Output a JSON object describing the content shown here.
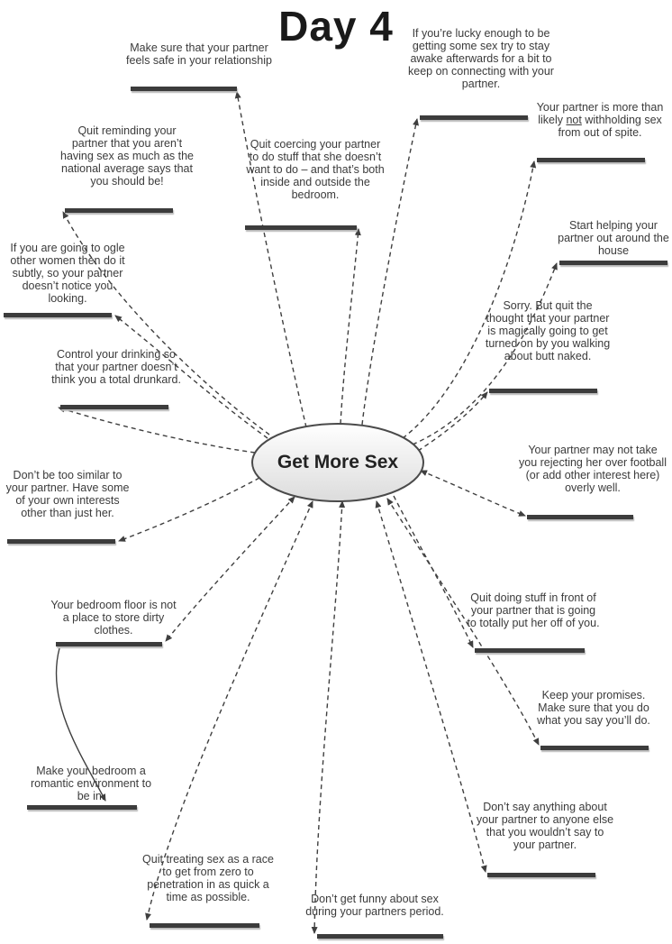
{
  "title": "Day 4",
  "center": {
    "label": "Get More Sex"
  },
  "nodes": [
    {
      "text": "Make sure that your partner feels safe in your relationship"
    },
    {
      "text": "If you’re lucky enough to be getting some sex try to stay awake afterwards for a bit to keep on connecting with your partner."
    },
    {
      "text_before": "Your partner is more than likely ",
      "underlined": "not",
      "text_after": " withholding sex from out of spite."
    },
    {
      "text": "Quit reminding your partner that you aren’t having sex as much as the national average says that you should be!"
    },
    {
      "text": "Quit coercing your partner to do stuff that she doesn’t want to do – and that’s both inside and outside the bedroom."
    },
    {
      "text": "Start helping your partner out around the house"
    },
    {
      "text": "If you are going to ogle other women then do it subtly, so your partner doesn’t notice you looking."
    },
    {
      "text": "Sorry. But quit the thought that your partner is magically going to get turned on by you walking about butt naked."
    },
    {
      "text": "Control your drinking so that your partner doesn’t think you a total drunkard."
    },
    {
      "text": "Your partner may not take you rejecting her over football (or add other interest here) overly well."
    },
    {
      "text": "Don’t be too similar to your partner. Have some of your own interests other than just her."
    },
    {
      "text": "Quit doing stuff in front of your partner that is going to totally put her off of you."
    },
    {
      "text": "Your bedroom floor is not a place to store dirty clothes."
    },
    {
      "text": "Keep  your promises. Make sure that you do what you say you’ll do."
    },
    {
      "text": "Make your bedroom a romantic environment to be in."
    },
    {
      "text": "Don’t say anything about your partner to anyone else that you wouldn’t say to your partner."
    },
    {
      "text": "Quit treating sex as a race to get from zero to penetration in as quick a time as possible."
    },
    {
      "text": "Don’t get funny about sex during your partners period."
    }
  ],
  "colors": {
    "connector": "#3f3f3f",
    "bar": "#3c3c3c",
    "ellipse_stroke": "#4a4a4a",
    "ellipse_fill_top": "#ffffff",
    "ellipse_fill_bottom": "#dcdcdc"
  }
}
